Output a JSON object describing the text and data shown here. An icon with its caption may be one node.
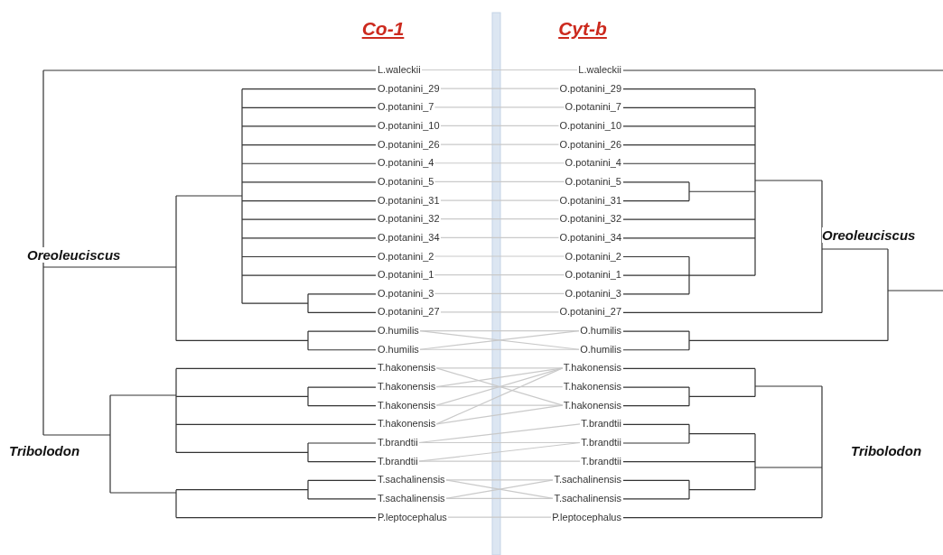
{
  "diagram": {
    "nodes": [
      {
        "text": [
          "L.waleckii"
        ]
      },
      {
        "text": [
          "O.potanini_29"
        ]
      },
      {
        "text": [
          "O.potanini_7"
        ]
      },
      {
        "text": [
          "O.potanini_10"
        ]
      },
      {
        "text": [
          "O.potanini_26"
        ]
      },
      {
        "text": [
          "O.potanini_4"
        ]
      },
      {
        "text": [
          "O.potanini_5"
        ]
      },
      {
        "text": [
          "O.potanini_31"
        ]
      },
      {
        "text": [
          "O.potanini_32"
        ]
      },
      {
        "text": [
          "O.potanini_34"
        ]
      },
      {
        "text": [
          "O.potanini_2"
        ]
      },
      {
        "text": [
          "O.potanini_1"
        ]
      },
      {
        "text": [
          "O.potanini_3"
        ]
      },
      {
        "text": [
          "O.potanini_27"
        ]
      },
      {
        "text": [
          "O.humilis"
        ]
      },
      {
        "text": [
          "O.humilis"
        ]
      },
      {
        "text": [
          "T.hakonensis"
        ]
      },
      {
        "text": [
          "T.hakonensis"
        ]
      },
      {
        "text": [
          "T.hakonensis"
        ]
      },
      {
        "text": [
          "T.hakonensis"
        ]
      },
      {
        "text": [
          "T.brandtii"
        ]
      },
      {
        "text": [
          "T.brandtii"
        ]
      },
      {
        "text": [
          "T.sachalinensis"
        ]
      },
      {
        "text": [
          "T.sachalinensis"
        ]
      },
      {
        "text": [
          "P.leptocephalus"
        ]
      },
      {
        "text": [
          "L.waleckii"
        ]
      },
      {
        "text": [
          "O.potanini_29"
        ]
      },
      {
        "text": [
          "O.potanini_7"
        ]
      },
      {
        "text": [
          "O.potanini_10"
        ]
      },
      {
        "text": [
          "O.potanini_26"
        ]
      },
      {
        "text": [
          "O.potanini_4"
        ]
      },
      {
        "text": [
          "O.potanini_5"
        ]
      },
      {
        "text": [
          "O.potanini_31"
        ]
      },
      {
        "text": [
          "O.potanini_32"
        ]
      },
      {
        "text": [
          "O.potanini_34"
        ]
      },
      {
        "text": [
          "O.potanini_2"
        ]
      },
      {
        "text": [
          "O.potanini_1"
        ]
      },
      {
        "text": [
          "O.potanini_3"
        ]
      },
      {
        "text": [
          "O.potanini_27"
        ]
      },
      {
        "text": [
          "O.humilis"
        ]
      },
      {
        "text": [
          "O.humilis"
        ]
      },
      {
        "text": [
          "T.hakonensis"
        ]
      },
      {
        "text": [
          "T.hakonensis"
        ]
      },
      {
        "text": [
          "T.hakonensis"
        ]
      },
      {
        "text": [
          "T.brandtii"
        ]
      },
      {
        "text": [
          "T.brandtii"
        ]
      },
      {
        "text": [
          "T.brandtii"
        ]
      },
      {
        "text": [
          "T.sachalinensis"
        ]
      },
      {
        "text": [
          "T.sachalinensis"
        ]
      },
      {
        "text": [
          "P.leptocephalus"
        ]
      }
    ],
    "edges": [
      {
        "from": 0,
        "to": 25,
        "arrow": "none"
      },
      {
        "from": 1,
        "to": 26,
        "arrow": "none"
      },
      {
        "from": 2,
        "to": 27,
        "arrow": "none"
      },
      {
        "from": 3,
        "to": 28,
        "arrow": "none"
      },
      {
        "from": 4,
        "to": 29,
        "arrow": "none"
      },
      {
        "from": 5,
        "to": 30,
        "arrow": "none"
      },
      {
        "from": 6,
        "to": 31,
        "arrow": "none"
      },
      {
        "from": 7,
        "to": 32,
        "arrow": "none"
      },
      {
        "from": 8,
        "to": 33,
        "arrow": "none"
      },
      {
        "from": 9,
        "to": 34,
        "arrow": "none"
      },
      {
        "from": 10,
        "to": 35,
        "arrow": "none"
      },
      {
        "from": 11,
        "to": 36,
        "arrow": "none"
      },
      {
        "from": 12,
        "to": 37,
        "arrow": "none"
      },
      {
        "from": 13,
        "to": 38,
        "arrow": "none"
      },
      {
        "from": 14,
        "to": 39,
        "arrow": "none"
      },
      {
        "from": 14,
        "to": 40,
        "arrow": "none"
      },
      {
        "from": 15,
        "to": 39,
        "arrow": "none"
      },
      {
        "from": 15,
        "to": 40,
        "arrow": "none"
      },
      {
        "from": 16,
        "to": 41,
        "arrow": "none"
      },
      {
        "from": 16,
        "to": 43,
        "arrow": "none"
      },
      {
        "from": 17,
        "to": 42,
        "arrow": "none"
      },
      {
        "from": 17,
        "to": 41,
        "arrow": "none"
      },
      {
        "from": 18,
        "to": 43,
        "arrow": "none"
      },
      {
        "from": 18,
        "to": 41,
        "arrow": "none"
      },
      {
        "from": 19,
        "to": 41,
        "arrow": "none"
      },
      {
        "from": 19,
        "to": 43,
        "arrow": "none"
      },
      {
        "from": 20,
        "to": 45,
        "arrow": "none"
      },
      {
        "from": 20,
        "to": 44,
        "arrow": "none"
      },
      {
        "from": 21,
        "to": 46,
        "arrow": "none"
      },
      {
        "from": 21,
        "to": 45,
        "arrow": "none"
      },
      {
        "from": 22,
        "to": 47,
        "arrow": "none"
      },
      {
        "from": 22,
        "to": 48,
        "arrow": "none"
      },
      {
        "from": 23,
        "to": 47,
        "arrow": "none"
      },
      {
        "from": 23,
        "to": 48,
        "arrow": "none"
      },
      {
        "from": 24,
        "to": 49,
        "arrow": "none"
      }
    ],
    "labels": [
      "Co-1",
      "Cyt-b",
      "Oreoleuciscus",
      "Tribolodon",
      "Oreoleuciscus",
      "Tribolodon"
    ]
  }
}
